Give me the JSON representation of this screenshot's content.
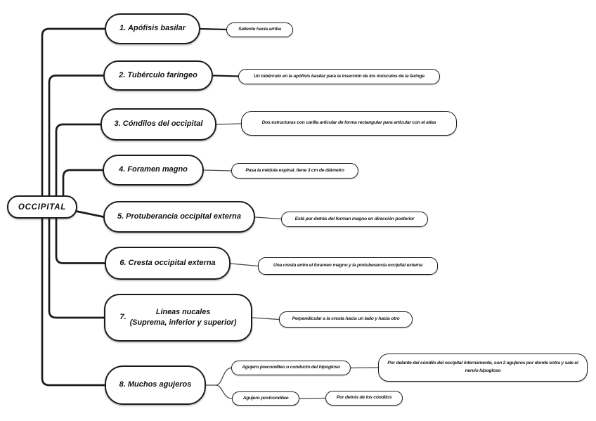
{
  "root": {
    "label": "OCCIPITAL"
  },
  "branches": [
    {
      "label": "1. Apófisis basilar",
      "detail": "Saliente hacia arriba"
    },
    {
      "label": "2. Tubérculo faríngeo",
      "detail": "Un tubérculo en la apófisis basilar para la inserción de los músculos de la faringe"
    },
    {
      "label": "3. Cóndilos del occipital",
      "detail": "Dos estructuras con carilla articular de forma rectangular para articular con el atlas"
    },
    {
      "label": "4. Foramen magno",
      "detail": "Pasa la médula espinal, tiene 3 cm de diámetro"
    },
    {
      "label": "5. Protuberancia occipital externa",
      "detail": "Está por detrás del forman magno en dirección posterior"
    },
    {
      "label": "6. Cresta occipital externa",
      "detail": "Una cresta entre el foramen magno y la protuberancia occipital externa"
    },
    {
      "number": "7.",
      "line1": "Líneas nucales",
      "line2": "(Suprema, inferior y superior)",
      "detail": "Perpendicular a la cresta hacia un lado y hacia otro"
    },
    {
      "label": "8. Muchos agujeros",
      "children": [
        {
          "label": "Agujero precondíleo o conducto del hipogloso",
          "detail": "Por delante del cóndilo del occipital internamente, son 2 agujeros por donde entra y sale el nervio hipogloso"
        },
        {
          "label": "Agujero postcondíleo",
          "detail": "Por detrás de los cóndilos"
        }
      ]
    }
  ],
  "colors": {
    "trunk_line": "#1b1b1b",
    "thin_line": "#474747",
    "box_border": "#1c1c1c",
    "box_fill": "#ffffff",
    "text": "#111111"
  }
}
